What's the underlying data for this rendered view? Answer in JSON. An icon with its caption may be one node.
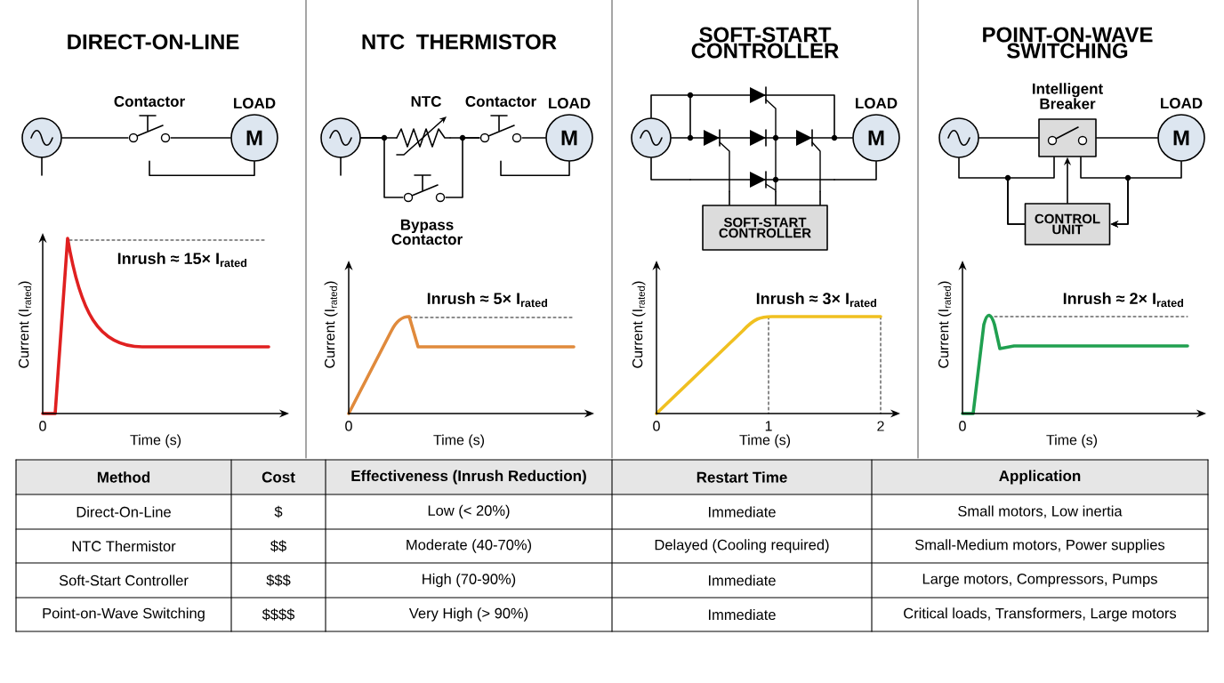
{
  "diagram": {
    "nodes": [
      {
        "text": [],
        "shape": "circle"
      },
      {
        "text": [
          "Contactor"
        ]
      },
      {
        "text": [
          "M"
        ],
        "beside": [
          "LOAD"
        ]
      },
      {
        "text": [],
        "shape": "circle"
      },
      {
        "text": [
          "NTC"
        ]
      },
      {
        "text": [
          "Bypass Contactor"
        ]
      },
      {
        "text": [
          "Contactor"
        ]
      },
      {
        "text": [
          "M"
        ],
        "beside": [
          "LOAD"
        ]
      },
      {
        "text": [],
        "shape": "circle"
      },
      {
        "text": [],
        "shape": "picture"
      },
      {
        "text": [
          "M"
        ],
        "beside": [
          "LOAD"
        ]
      },
      {
        "text": [
          "SOFT-START CONTROLLER"
        ]
      },
      {
        "text": [],
        "shape": "circle"
      },
      {
        "text": [
          "Intelligent Breaker"
        ]
      },
      {
        "text": [
          "M"
        ],
        "beside": [
          "LOAD"
        ]
      },
      {
        "text": [
          "CONTROL UNIT"
        ]
      }
    ],
    "edges": [
      {
        "from": 0,
        "to": 1,
        "arrow": "none"
      },
      {
        "from": 1,
        "to": 2,
        "arrow": "none"
      },
      {
        "from": 1,
        "to": 2,
        "arrow": "none"
      },
      {
        "from": 3,
        "to": 4,
        "arrow": "none"
      },
      {
        "from": 3,
        "to": 5,
        "arrow": "none"
      },
      {
        "from": 4,
        "to": 6,
        "arrow": "none"
      },
      {
        "from": 5,
        "to": 6,
        "arrow": "none"
      },
      {
        "from": 6,
        "to": 7,
        "arrow": "none"
      },
      {
        "from": 6,
        "to": 7,
        "arrow": "none"
      },
      {
        "from": 8,
        "to": 9,
        "arrow": "none"
      },
      {
        "from": 9,
        "to": 10,
        "arrow": "none"
      },
      {
        "from": 11,
        "to": 9,
        "arrow": "none"
      },
      {
        "from": 12,
        "to": 13,
        "arrow": "none"
      },
      {
        "from": 13,
        "to": 14,
        "arrow": "none"
      },
      {
        "from": 15,
        "to": 13,
        "arrow": "to"
      },
      {
        "from": 12,
        "to": 15,
        "arrow": "none"
      },
      {
        "from": 14,
        "to": 15,
        "arrow": "to"
      },
      {
        "from": 13,
        "to": 15,
        "arrow": "none"
      },
      {
        "from": 13,
        "to": 15,
        "arrow": "to"
      }
    ],
    "labels": [
      "DIRECT-ON-LINE",
      "NTC THERMISTOR",
      "SOFT-START CONTROLLER",
      "POINT-ON-WAVE SWITCHING",
      "Inrush ≈ 15× I$_{rated}$",
      "Current (I$_{rated}$)",
      "0",
      "Time (s)",
      "Inrush ≈ 5× I$_{rated}$",
      "Current (I$_{rated}$)",
      "0",
      "Time (s)",
      "Inrush ≈ 3× I$_{rated}$",
      "Current (I$_{rated}$)",
      "0",
      "1",
      "2",
      "Time (s)",
      "Inrush ≈ 2× I$_{rated}$",
      "Current (I$_{rated}$)",
      "0",
      "Time (s)",
      "Method",
      "Cost",
      "Effectiveness (Inrush Reduction)",
      "Restart Time",
      "Application",
      "Direct-On-Line",
      "$",
      "Low (< 20%)",
      "Immediate",
      "Small motors, Low inertia",
      "NTC Thermistor",
      "$$",
      "Moderate (40-70%)",
      "Delayed (Cooling required)",
      "Small-Medium motors, Power supplies",
      "Soft-Start Controller",
      "$$$",
      "High (70-90%)",
      "Immediate",
      "Large motors, Compressors, Pumps",
      "Point-on-Wave Switching",
      "$$$$",
      "Very High (> 90%)",
      "Immediate",
      "Critical loads, Transformers, Large motors"
    ]
  }
}
